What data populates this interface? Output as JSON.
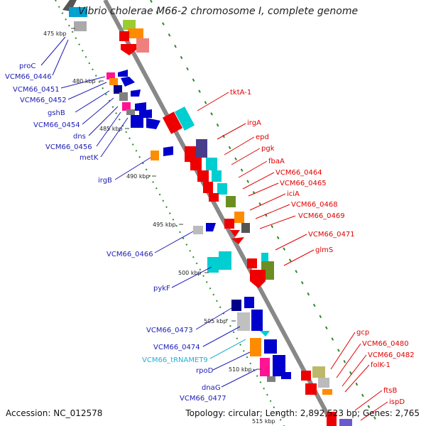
{
  "title": "Vibrio cholerae M66-2 chromosome I, complete genome",
  "footer": {
    "accession": "Accession: NC_012578",
    "topology": "Topology: circular; Length: 2,892,523 bp; Genes: 2,765"
  },
  "colors": {
    "backbone": "#888888",
    "tick_green": "#2a8a2a",
    "label_blue": "#1c1cb5",
    "label_red": "#e00000",
    "label_cyan": "#20b0d8"
  },
  "kbp_marks": [
    "475 kbp",
    "480 kbp",
    "485 kbp",
    "490 kbp",
    "495 kbp",
    "500 kbp",
    "505 kbp",
    "510 kbp",
    "515 kbp"
  ],
  "left_labels": [
    "proC",
    "VCM66_0446",
    "VCM66_0451",
    "VCM66_0452",
    "gshB",
    "VCM66_0454",
    "dns",
    "VCM66_0456",
    "metK",
    "irgB",
    "VCM66_0466",
    "pykF",
    "VCM66_0473",
    "VCM66_0474",
    "VCM66_tRNAMET9",
    "rpoD",
    "dnaG",
    "VCM66_0477"
  ],
  "right_labels": [
    "tktA-1",
    "irgA",
    "epd",
    "pgk",
    "fbaA",
    "VCM66_0464",
    "VCM66_0465",
    "iciA",
    "VCM66_0468",
    "VCM66_0469",
    "VCM66_0471",
    "glmS",
    "gcp",
    "VCM66_0480",
    "VCM66_0482",
    "folK-1",
    "ftsB",
    "ispD"
  ]
}
